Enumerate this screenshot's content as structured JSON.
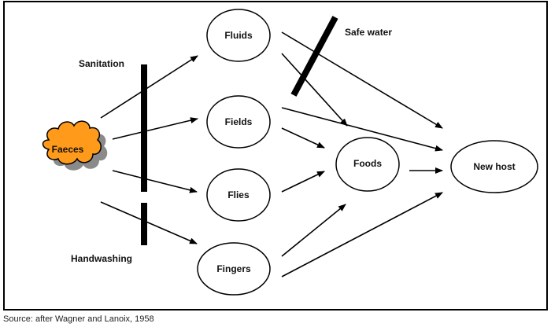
{
  "diagram": {
    "title": "F-diagram: faecal-oral transmission routes",
    "source_note": "Source: after Wagner and Lanoix, 1958",
    "colors": {
      "cloud_fill": "#FF9A1A",
      "cloud_shadow": "#8A8A8A",
      "stroke": "#000000",
      "background": "#FFFFFF"
    },
    "nodes": {
      "faeces": "Faeces",
      "fluids": "Fluids",
      "fields": "Fields",
      "flies": "Flies",
      "fingers": "Fingers",
      "foods": "Foods",
      "new_host": "New host"
    },
    "barriers": {
      "sanitation": "Sanitation",
      "handwashing": "Handwashing",
      "safe_water": "Safe water"
    },
    "edges": [
      {
        "from": "faeces",
        "to": "fluids"
      },
      {
        "from": "faeces",
        "to": "fields"
      },
      {
        "from": "faeces",
        "to": "flies"
      },
      {
        "from": "faeces",
        "to": "fingers"
      },
      {
        "from": "fluids",
        "to": "foods"
      },
      {
        "from": "fluids",
        "to": "new_host"
      },
      {
        "from": "fields",
        "to": "foods"
      },
      {
        "from": "fields",
        "to": "new_host"
      },
      {
        "from": "flies",
        "to": "foods"
      },
      {
        "from": "fingers",
        "to": "foods"
      },
      {
        "from": "fingers",
        "to": "new_host"
      },
      {
        "from": "foods",
        "to": "new_host"
      }
    ]
  }
}
